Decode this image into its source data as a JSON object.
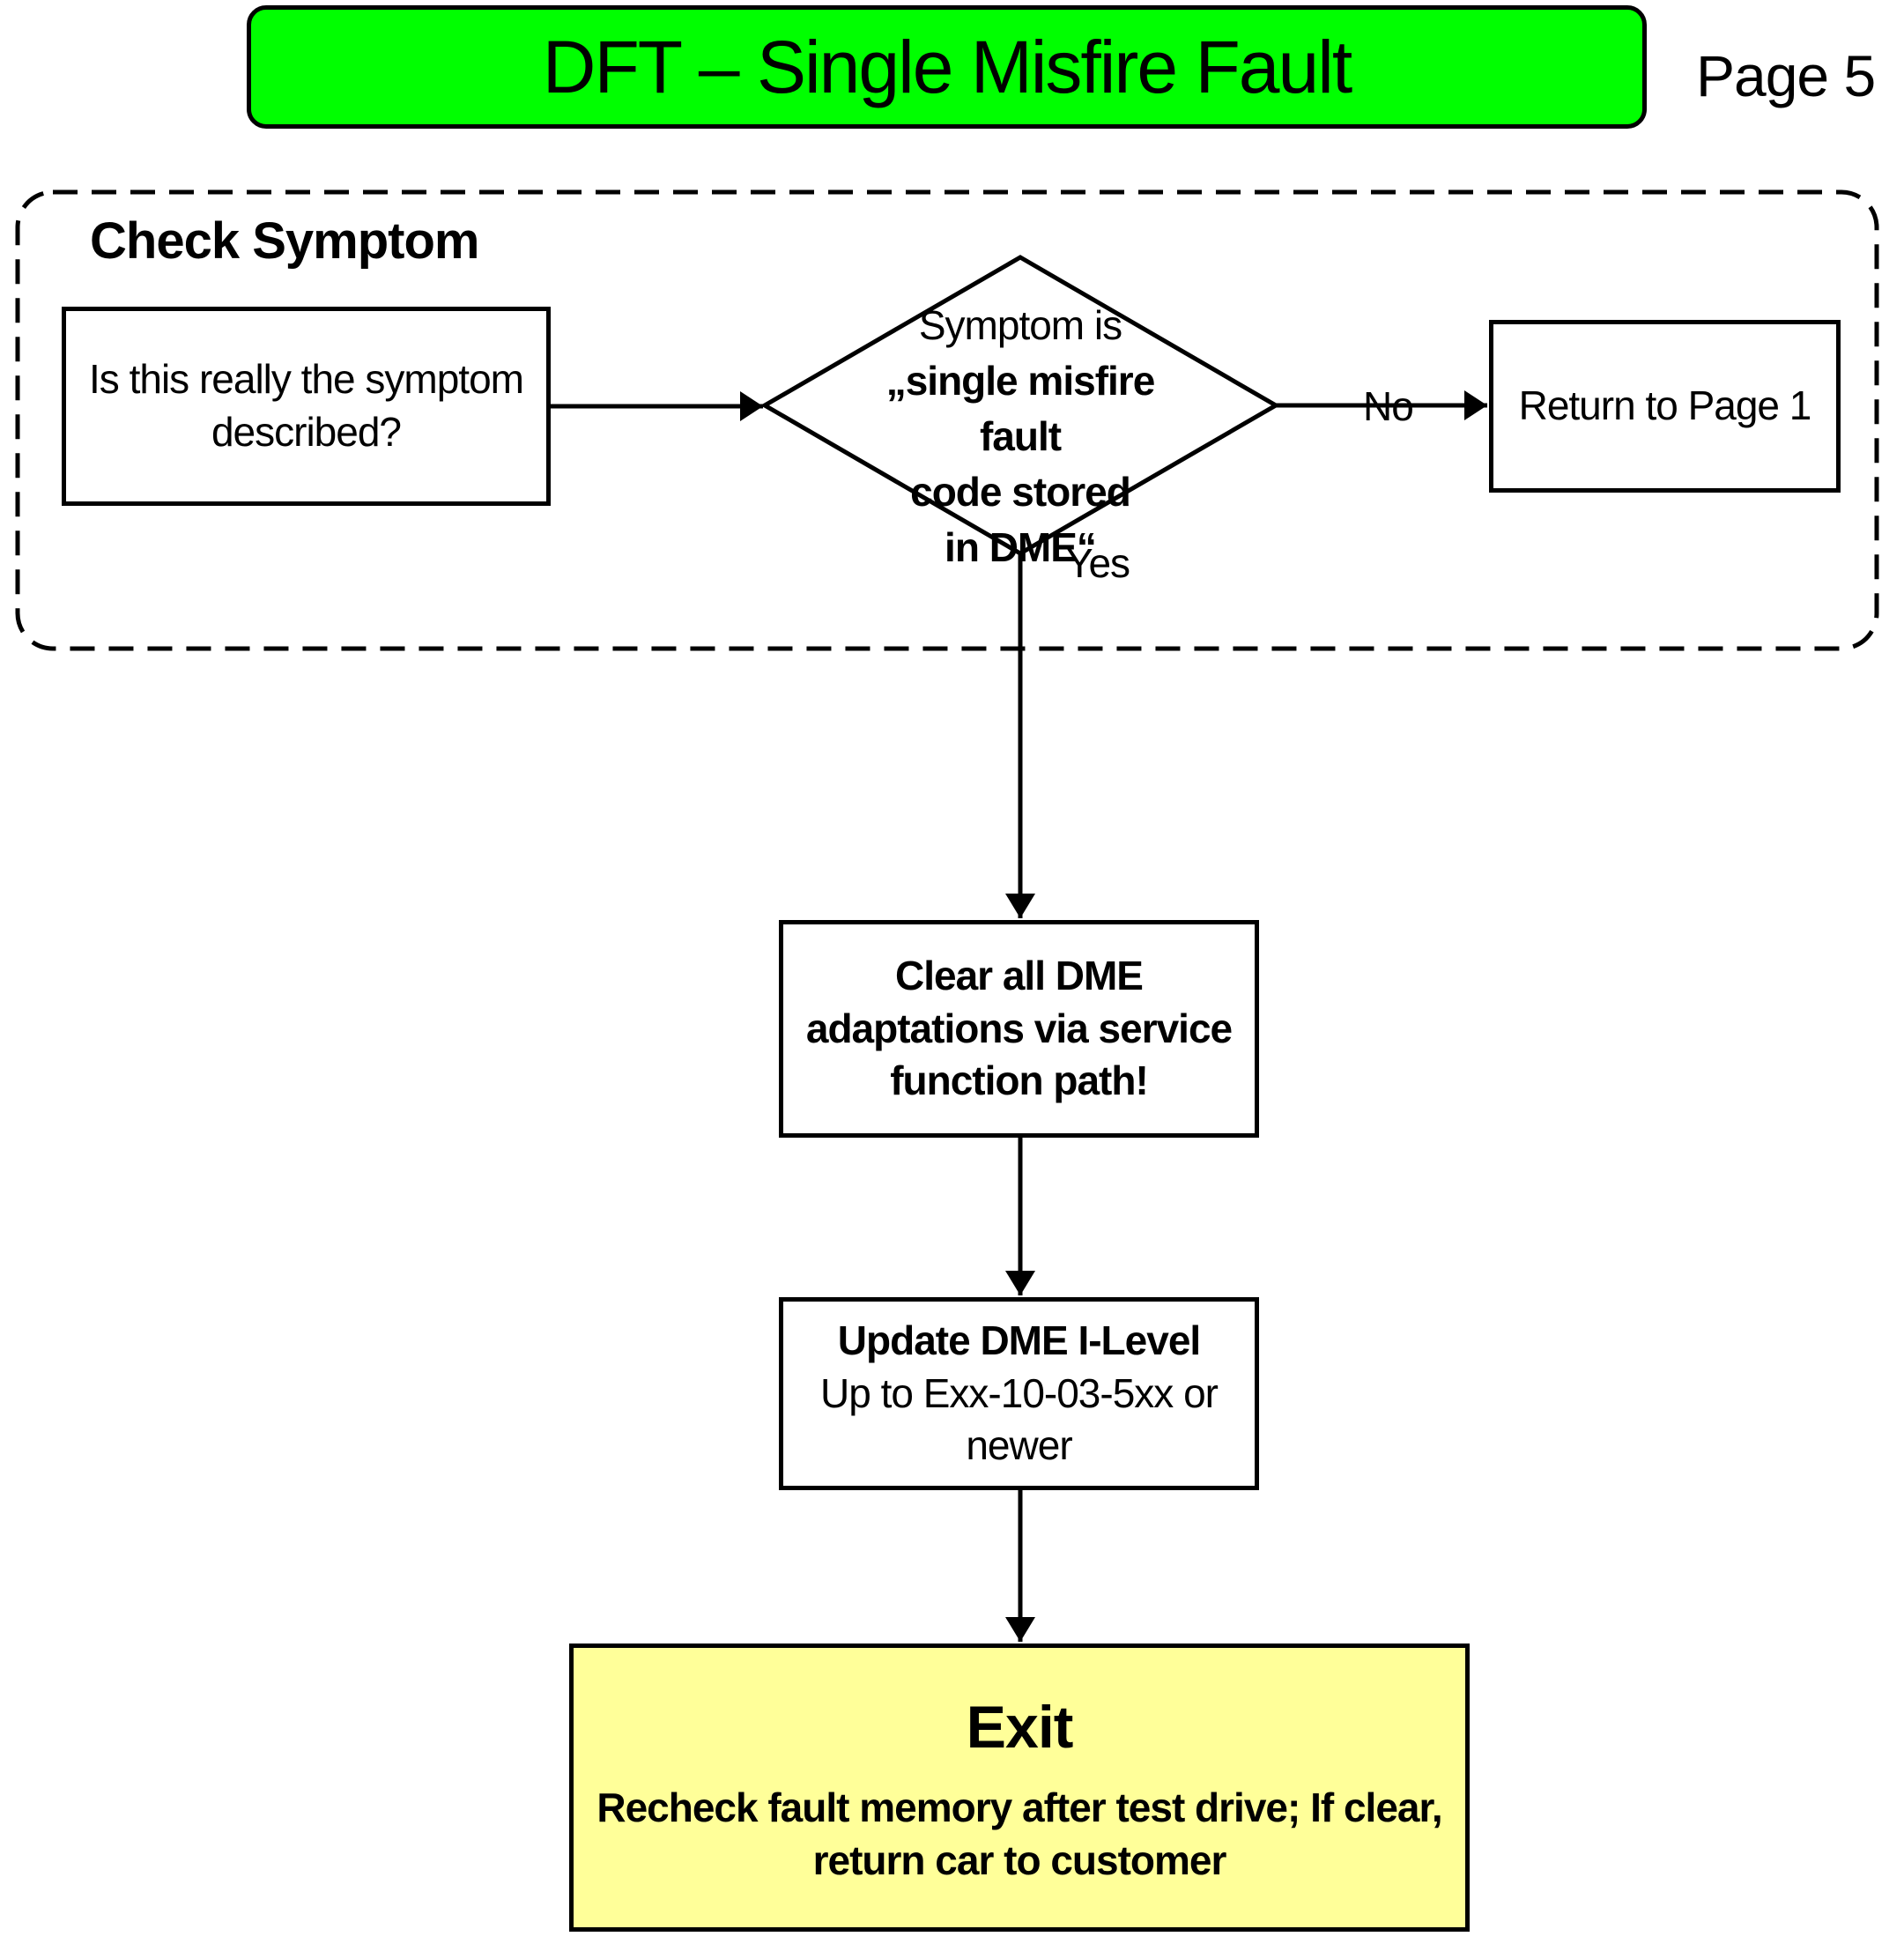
{
  "header": {
    "title": "DFT – Single Misfire Fault",
    "page": "Page 5"
  },
  "colors": {
    "title_fill": "#00ff00",
    "exit_fill": "#ffff99",
    "stroke": "#000000"
  },
  "group": {
    "label": "Check Symptom"
  },
  "nodes": {
    "question": "Is this really the symptom described?",
    "decision": {
      "line1": "Symptom is",
      "line2": "„single misfire fault",
      "line3": "code stored",
      "line4": "in DME“"
    },
    "return_box": "Return to Page 1",
    "clear_box": "Clear all DME adaptations via service function path!",
    "update_box": {
      "title": "Update DME I-Level",
      "detail": "Up to Exx-10-03-5xx or newer"
    },
    "exit_box": {
      "title": "Exit",
      "detail": "Recheck fault memory after test drive; If clear, return car to customer"
    }
  },
  "edges": {
    "no_label": "No",
    "yes_label": "Yes"
  }
}
